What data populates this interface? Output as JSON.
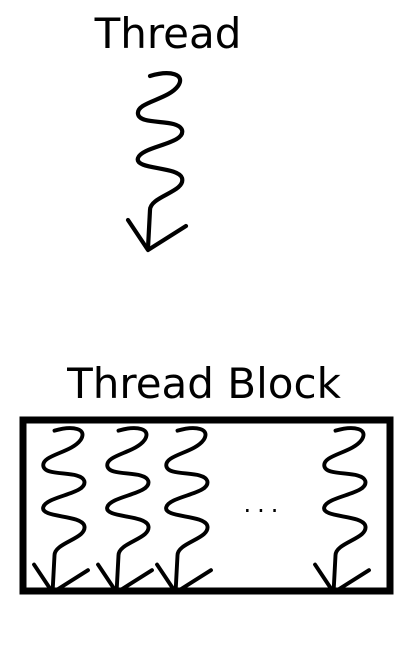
{
  "thread": {
    "title": "Thread"
  },
  "block": {
    "title": "Thread Block",
    "ellipsis": "...",
    "thread_count_drawn": 4
  },
  "colors": {
    "ink": "#000000",
    "background": "#ffffff"
  }
}
